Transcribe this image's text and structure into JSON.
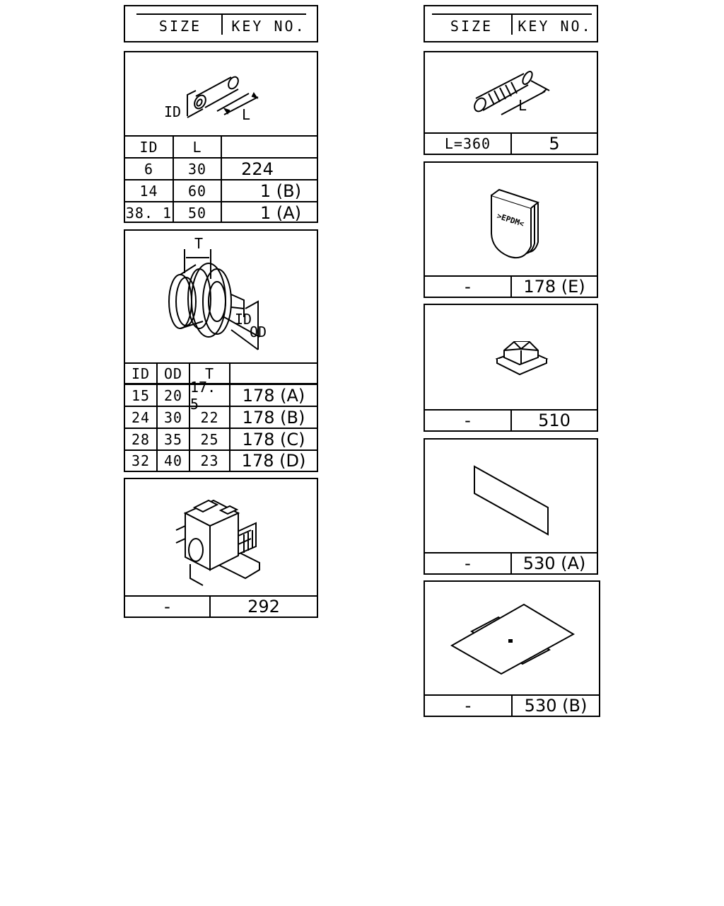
{
  "headers": {
    "left": {
      "size": "SIZE",
      "key": "KEY NO."
    },
    "right": {
      "size": "SIZE",
      "key": "KEY NO."
    }
  },
  "tube": {
    "dim_id": "ID",
    "dim_l": "L",
    "columns": [
      "ID",
      "L",
      ""
    ],
    "rows": [
      {
        "id": "6",
        "l": "30",
        "key": "224"
      },
      {
        "id": "14",
        "l": "60",
        "key": "1 (B)"
      },
      {
        "id": "38. 1",
        "l": "50",
        "key": "1 (A)"
      }
    ]
  },
  "grommet": {
    "dim_t": "T",
    "dim_id": "ID",
    "dim_od": "OD",
    "columns": [
      "ID",
      "OD",
      "T",
      ""
    ],
    "rows": [
      {
        "id": "15",
        "od": "20",
        "t": "17. 5",
        "key": "178 (A)"
      },
      {
        "id": "24",
        "od": "30",
        "t": "22",
        "key": "178 (B)"
      },
      {
        "id": "28",
        "od": "35",
        "t": "25",
        "key": "178 (C)"
      },
      {
        "id": "32",
        "od": "40",
        "t": "23",
        "key": "178 (D)"
      }
    ]
  },
  "connector": {
    "size": "-",
    "key": "292"
  },
  "corrugated_tube": {
    "dim_l": "L",
    "size": "L=360",
    "key": "5"
  },
  "epdm_cap": {
    "label": ">EPDM<",
    "size": "-",
    "key": "178 (E)"
  },
  "clip": {
    "size": "-",
    "key": "510"
  },
  "tape_strip": {
    "size": "-",
    "key": "530 (A)"
  },
  "sheet": {
    "size": "-",
    "key": "530 (B)"
  }
}
